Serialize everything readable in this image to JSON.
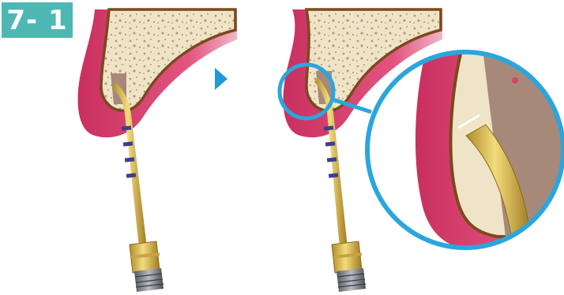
{
  "figure": {
    "step_label": "7- 1",
    "colors": {
      "badge": "#4fb7b3",
      "gingiva": "#d9406e",
      "bone": "#efe4c7",
      "bone_outline": "#7a4a1c",
      "tooth_root": "#a7897a",
      "instrument_gold": "#e2c25a",
      "instrument_band": "#3b3f8c",
      "magnifier_ring": "#2aa6dd",
      "arrow": "#1f9ad6"
    },
    "panels": [
      {
        "name": "before-advance",
        "shows": "file-in-canal"
      },
      {
        "name": "after-advance",
        "shows": "file-in-canal-with-magnifier"
      }
    ],
    "icons": [
      "right-arrow-icon",
      "magnifier-callout"
    ]
  }
}
